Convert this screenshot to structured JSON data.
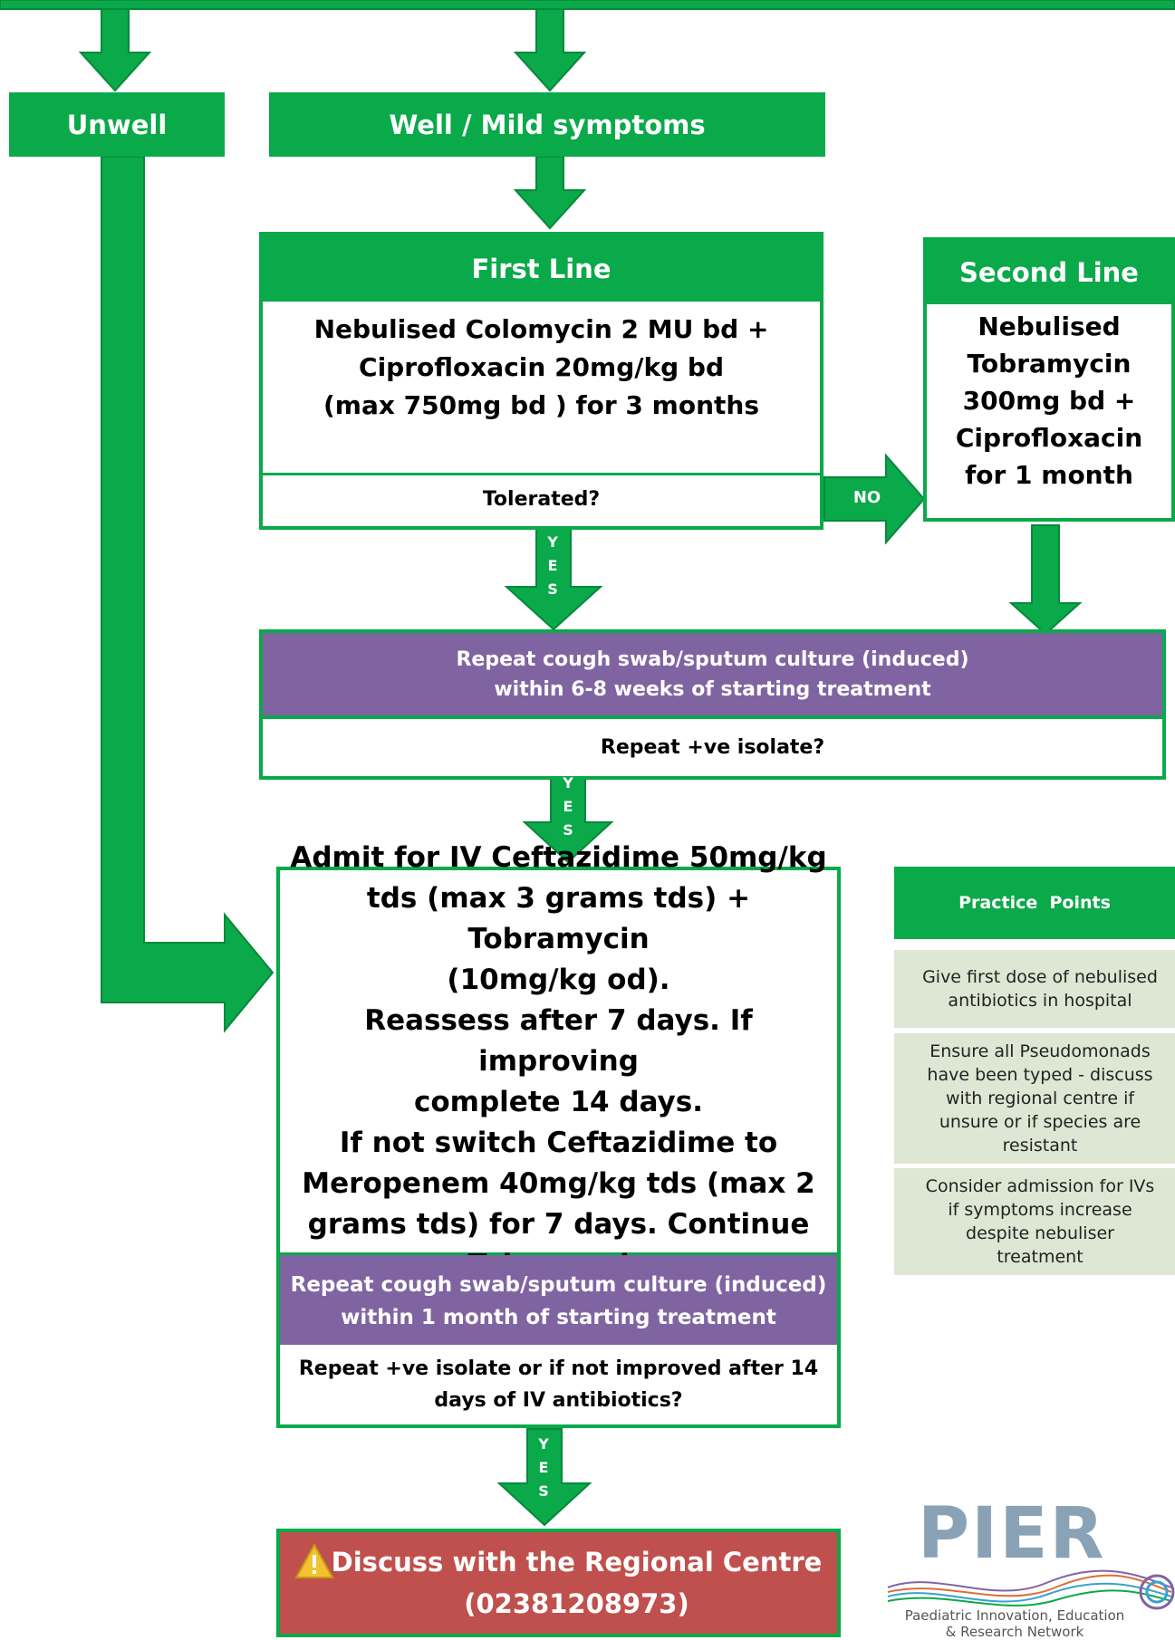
{
  "colors": {
    "green": "#0aa94a",
    "purple": "#8064a2",
    "red": "#c0504d",
    "practice_bg": "#dde7d3",
    "warning_yellow": "#f2c230"
  },
  "branches": {
    "unwell": "Unwell",
    "well": "Well / Mild symptoms"
  },
  "first_line": {
    "header": "First Line",
    "body": "Nebulised Colomycin 2 MU bd +\nCiprofloxacin 20mg/kg bd\n(max 750mg bd ) for 3 months",
    "question": "Tolerated?"
  },
  "second_line": {
    "header": "Second Line",
    "body": "Nebulised\nTobramycin\n300mg bd +\nCiprofloxacin\nfor 1 month"
  },
  "connectors": {
    "no": "NO",
    "yes_letters": [
      "Y",
      "E",
      "S"
    ]
  },
  "culture_1": {
    "text": "Repeat cough swab/sputum culture (induced)\nwithin 6-8 weeks of starting treatment",
    "question": "Repeat +ve isolate?"
  },
  "iv_treatment": {
    "body": "Admit for IV Ceftazidime 50mg/kg\ntds (max 3 grams tds) + Tobramycin\n(10mg/kg od).\nReassess after 7 days. If improving\ncomplete 14 days.\nIf not switch Ceftazidime to\nMeropenem 40mg/kg tds (max 2\ngrams tds) for 7 days. Continue\nTobramycin",
    "culture": "Repeat cough swab/sputum culture (induced)\nwithin 1 month of starting treatment",
    "question": "Repeat +ve isolate or if not improved after 14\ndays of IV antibiotics?"
  },
  "discuss": {
    "text": "Discuss with the Regional Centre\n(02381208973)",
    "icon": "warning-icon"
  },
  "practice_points": {
    "header": "Practice  Points",
    "items": [
      "Give first dose of nebulised\nantibiotics in hospital",
      "Ensure all Pseudomonads\nhave been typed - discuss\nwith regional centre if\nunsure or if species are\nresistant",
      "Consider admission for IVs\nif symptoms increase\ndespite nebuliser\ntreatment"
    ]
  },
  "logo": {
    "name": "PIER",
    "tagline_line1": "Paediatric Innovation, Education",
    "tagline_line2": "& Research Network"
  }
}
